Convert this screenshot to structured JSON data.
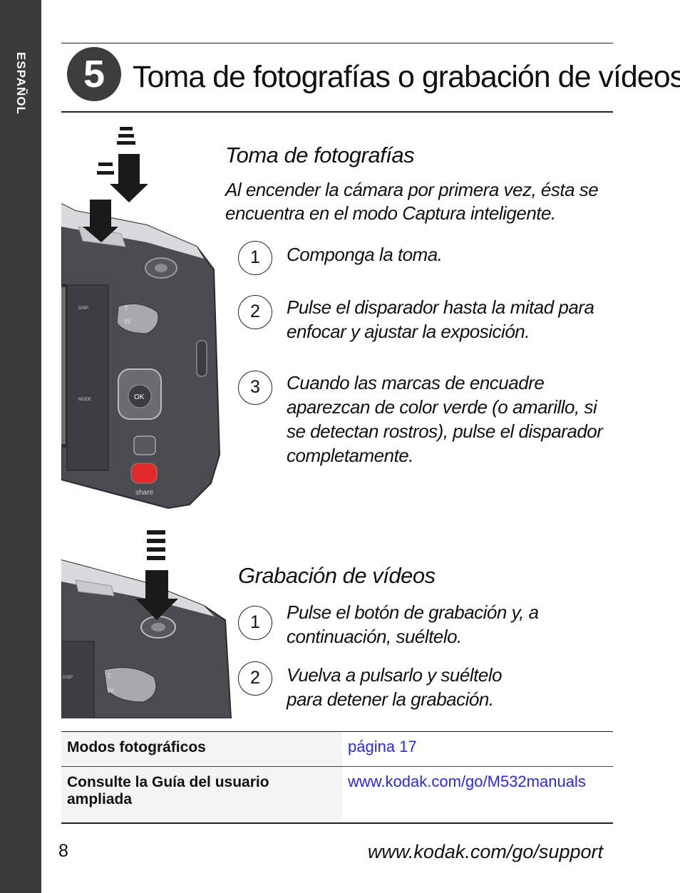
{
  "sidebar": {
    "label": "ESPAÑOL"
  },
  "header": {
    "step_number": "5",
    "title": "Toma de fotografías o grabación de vídeos"
  },
  "photos": {
    "heading": "Toma de fotografías",
    "intro": "Al encender la cámara por primera vez, ésta se encuentra en el modo Captura inteligente.",
    "steps": [
      {
        "num": "1",
        "text": "Componga la toma."
      },
      {
        "num": "2",
        "text": "Pulse el disparador hasta la mitad para enfocar y ajustar la exposición."
      },
      {
        "num": "3",
        "text": "Cuando las marcas de encuadre aparezcan de color verde (o amarillo, si se detectan rostros), pulse el disparador completamente."
      }
    ]
  },
  "video": {
    "heading": "Grabación de vídeos",
    "steps": [
      {
        "num": "1",
        "text": "Pulse el botón de grabación y, a continuación, suéltelo."
      },
      {
        "num": "2",
        "text": "Vuelva a pulsarlo y suéltelo para detener la grabación."
      }
    ]
  },
  "camera_labels": {
    "disp": "DISP",
    "mode": "MODE",
    "ok": "OK",
    "share": "share",
    "t": "T",
    "w": "W"
  },
  "table": {
    "rows": [
      {
        "label": "Modos fotográficos",
        "value": "página 17"
      },
      {
        "label": "Consulte la Guía del usuario ampliada",
        "value": "www.kodak.com/go/M532manuals"
      }
    ]
  },
  "footer": {
    "page_number": "8",
    "url": "www.kodak.com/go/support"
  },
  "colors": {
    "sidebar": "#3a3a3a",
    "link": "#2a2ad8",
    "camera_body": "#4a4c51",
    "share_button": "#e12a2a"
  }
}
